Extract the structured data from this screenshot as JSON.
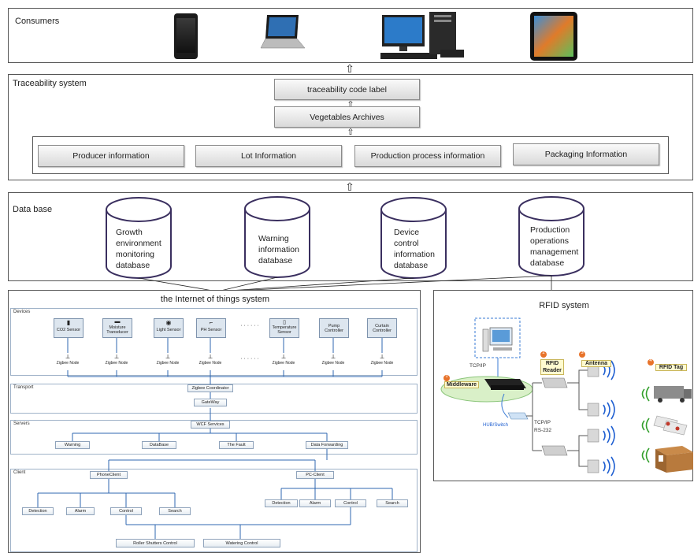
{
  "consumers": {
    "title": "Consumers"
  },
  "traceability": {
    "title": "Traceability system",
    "code_label": "traceability code label",
    "archives": "Vegetables Archives",
    "boxes": [
      "Producer information",
      "Lot Information",
      "Production process information",
      "Packaging Information"
    ]
  },
  "database": {
    "title": "Data base",
    "cylinders": [
      "Growth environment monitoring database",
      "Warning information database",
      "Device control information database",
      "Production operations management database"
    ]
  },
  "iot": {
    "title": "the Internet of things system",
    "devices_title": "Devices",
    "devices": [
      "CO2 Sensor",
      "Moisture Transducer",
      "Light Sensor",
      "PH Sensor",
      "Temperature Sensor",
      "Pump Controller",
      "Curtain Controller"
    ],
    "node_label": "Zigbee Node",
    "dots": "· · · · · ·",
    "transport_title": "Transport",
    "coordinator": "Zigbee Coordinator",
    "gateway": "GateWay",
    "servers_title": "Servers",
    "wcf": "WCF Services",
    "server_items": [
      "Warning",
      "DataBase",
      "The Fault",
      "Data Forwarding"
    ],
    "client_title": "Client",
    "phone_client": "PhoneClient",
    "pc_client": "PC-Client",
    "phone_items": [
      "Detection",
      "Alarm",
      "Control",
      "Search"
    ],
    "pc_items": [
      "Detection",
      "Alarm",
      "Control",
      "Search"
    ],
    "control_items": [
      "Roller Shutters Control",
      "Watering Control"
    ]
  },
  "rfid": {
    "title": "RFID system",
    "middleware": "Middleware",
    "reader": "RFID Reader",
    "antenna": "Antenna",
    "tag": "RFID Tag",
    "tcpip_top": "TCP/IP",
    "hub": "HUB/Switch",
    "tcpip_side": "TCP/IP",
    "rs232": "RS-232",
    "numbers": [
      "1",
      "2",
      "3",
      "4"
    ]
  },
  "arrow_glyph": "⇧"
}
